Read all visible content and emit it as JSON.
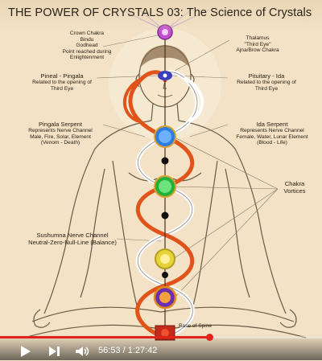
{
  "video": {
    "title": "THE POWER OF CRYSTALS 03: The Science of Crystals"
  },
  "player": {
    "current_time": "56:53",
    "separator": "/",
    "duration": "1:27:42",
    "progress_fraction": 0.649,
    "accent_color": "#e1231c"
  },
  "labels": {
    "crown": [
      "Crown Chakra",
      "Bindu",
      "Godhead",
      "Point reached during Enlightenment"
    ],
    "thalamus": [
      "Thalamus",
      "\"Third Eye\"",
      "Ajna/Brow Chakra"
    ],
    "pineal": [
      "Pineal - Pingala",
      "Related to the opening of",
      "Third Eye"
    ],
    "pituitary": [
      "Pituitary - Ida",
      "Related to the opening of",
      "Third Eye"
    ],
    "pingala": [
      "Pingala Serpent",
      "Represents Nerve Channel",
      "Male, Fire, Solar, Element",
      "(Venom - Death)"
    ],
    "ida": [
      "Ida Serpent",
      "Represents Nerve Channel",
      "Female, Water, Lunar Element",
      "(Blood - Life)"
    ],
    "vortices": [
      "Chakra",
      "Vortices"
    ],
    "sushumna": [
      "Sushumna Nerve Channel",
      "Neutral-Zero-Null-Line (Balance)"
    ],
    "spine_base": "Base of Spine"
  },
  "icons": {
    "play": "play-icon",
    "next": "next-icon",
    "volume": "volume-icon"
  }
}
